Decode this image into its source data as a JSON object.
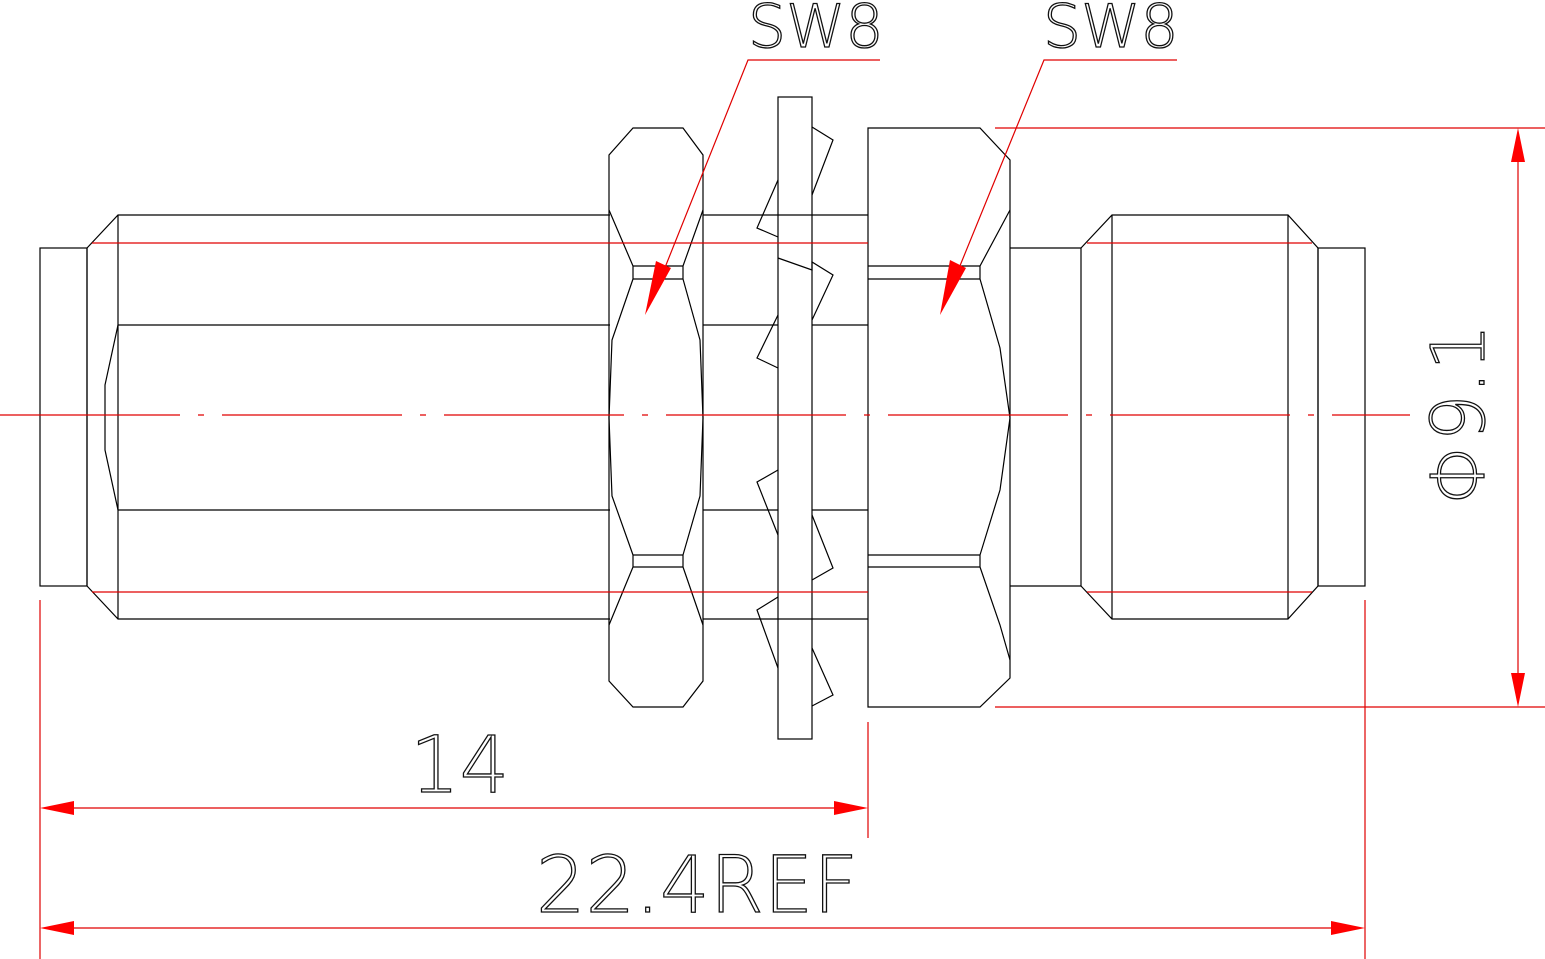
{
  "labels": {
    "hex_nut_left": "SW8",
    "hex_nut_right": "SW8",
    "diameter": "Φ9.1",
    "length_to_flange": "14",
    "overall_length": "22.4REF"
  },
  "colors": {
    "outline": "#000000",
    "dimension": "#ff0000",
    "background": "#ffffff"
  }
}
